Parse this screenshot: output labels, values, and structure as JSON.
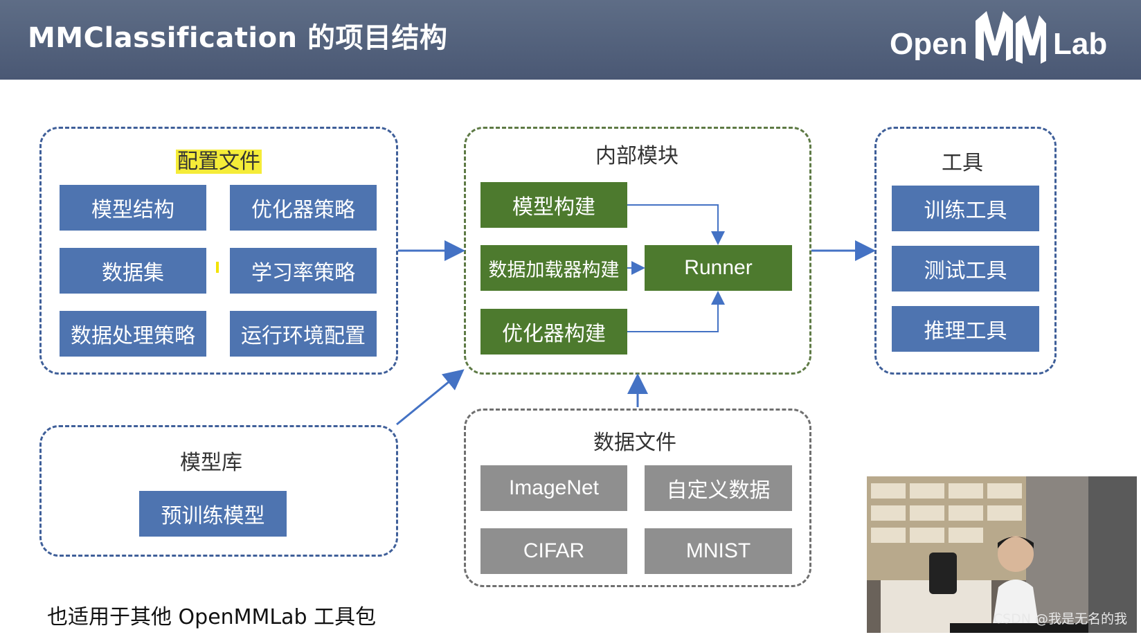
{
  "header": {
    "title": "MMClassification 的项目结构",
    "logo_text_left": "Open",
    "logo_text_right": "Lab",
    "background": "#4e5c78"
  },
  "config_group": {
    "title": "配置文件",
    "items": [
      "模型结构",
      "优化器策略",
      "数据集",
      "学习率策略",
      "数据处理策略",
      "运行环境配置"
    ]
  },
  "internal_group": {
    "title": "内部模块",
    "items": [
      "模型构建",
      "数据加载器构建",
      "优化器构建"
    ],
    "runner": "Runner"
  },
  "tools_group": {
    "title": "工具",
    "items": [
      "训练工具",
      "测试工具",
      "推理工具"
    ]
  },
  "model_zoo_group": {
    "title": "模型库",
    "items": [
      "预训练模型"
    ]
  },
  "data_group": {
    "title": "数据文件",
    "items": [
      "ImageNet",
      "自定义数据",
      "CIFAR",
      "MNIST"
    ]
  },
  "footnote": "也适用于其他 OpenMMLab 工具包",
  "watermark": "CSDN @我是无名的我",
  "colors": {
    "blue_box": "#4e74b0",
    "green_box": "#4d7a2e",
    "gray_box": "#8f8f8f",
    "arrow": "#4472c4",
    "highlight": "#f5ec38"
  }
}
